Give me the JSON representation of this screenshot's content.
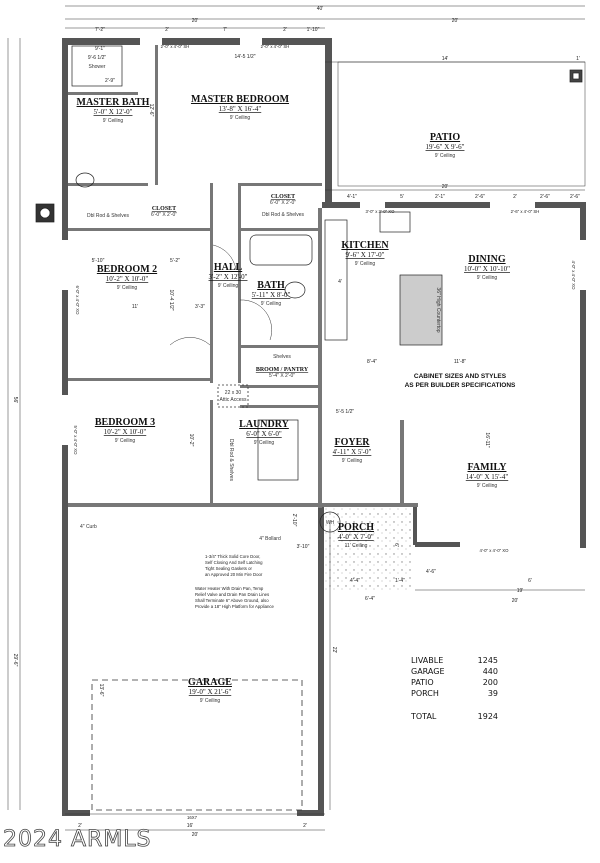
{
  "rooms": [
    {
      "name": "MASTER BEDROOM",
      "size": "13'-8\" X 16'-4\"",
      "ceiling": "9' Ceiling"
    },
    {
      "name": "MASTER BATH",
      "size": "5'-0\" X 12'-0\"",
      "ceiling": "9' Ceiling"
    },
    {
      "name": "BEDROOM 2",
      "size": "10'-2\" X 10'-0\"",
      "ceiling": "9' Ceiling"
    },
    {
      "name": "HALL",
      "size": "3'-2\" X 12'-0\"",
      "ceiling": "9' Ceiling"
    },
    {
      "name": "BATH",
      "size": "5'-11\" X 8'-0\"",
      "ceiling": "9' Ceiling"
    },
    {
      "name": "BEDROOM 3",
      "size": "10'-2\" X 10'-0\"",
      "ceiling": "9' Ceiling"
    },
    {
      "name": "KITCHEN",
      "size": "9'-6\" X 17'-0\"",
      "ceiling": "9' Ceiling"
    },
    {
      "name": "DINING",
      "size": "10'-0\" X 10'-10\"",
      "ceiling": "9' Ceiling"
    },
    {
      "name": "FAMILY",
      "size": "14'-0\" X 15'-4\"",
      "ceiling": "9' Ceiling"
    },
    {
      "name": "LAUNDRY",
      "size": "6'-0\" X 6'-0\"",
      "ceiling": "9' Ceiling"
    },
    {
      "name": "FOYER",
      "size": "4'-11\" X 5'-0\"",
      "ceiling": "9' Ceiling"
    },
    {
      "name": "PORCH",
      "size": "4'-0\" X 7'-0\"",
      "ceiling": "11' Ceiling"
    },
    {
      "name": "GARAGE",
      "size": "19'-0\" X 21'-6\"",
      "ceiling": "9' Ceiling"
    },
    {
      "name": "PATIO",
      "size": "19'-6\" X 9'-6\"",
      "ceiling": "9' Ceiling"
    }
  ],
  "minor_rooms": [
    {
      "name": "CLOSET",
      "size": "6'-0\" X 2'-0\""
    },
    {
      "name": "CLOSET",
      "size": "6'-0\" X 2'-0\""
    },
    {
      "name": "BROOM / PANTRY",
      "size": "5'-4\" X 2'-0\""
    }
  ],
  "fixtures": {
    "shower": "Shower",
    "dbl_rod_1": "Dbl Rod & Shelves",
    "dbl_rod_2": "Dbl Rod & Shelves",
    "dbl_rod_3": "Dbl Rod & Shelves",
    "shelves": "Shelves",
    "attic": "22 x 30",
    "attic_label": "Attic Access",
    "wh": "WH",
    "bollard": "4\" Bollard",
    "curb": "4\" Curb",
    "counter": "36\" High Countertop"
  },
  "dimensions": [
    "40'",
    "20'",
    "20'",
    "7'-2\"",
    "2'",
    "7'",
    "2'",
    "1'-10\"",
    "14'-5 1/2\"",
    "14'",
    "1'",
    "20'",
    "4'-1\"",
    "5'",
    "2'-1\"",
    "2'-6\"",
    "2'",
    "2'-6\"",
    "2'-6\"",
    "9'-1\"",
    "9'-6 1/2\"",
    "2'-9\"",
    "12'-6\"",
    "5'-10\"",
    "5'-2\"",
    "11'",
    "3'-3\"",
    "10'-4 1/2\"",
    "8'-4\"",
    "11'-8\"",
    "4'",
    "5'-5 1/2\"",
    "6'",
    "16'-11\"",
    "4'-6\"",
    "6'",
    "19'",
    "6'-4\"",
    "4'-4\"",
    "1'-4\"",
    "20'",
    "2'-10\"",
    "3'-10\"",
    "22'",
    "2'",
    "16'",
    "2'",
    "20'",
    "56'",
    "29'-6\"",
    "13'-6\"",
    "10'-2\""
  ],
  "windows": [
    "2'-0\" x 4'-0\" SH",
    "2'-0\" x 4'-0\" SH",
    "3'-0\" x 3'-0\" XO",
    "2'-6\" x 4'-0\" SH",
    "6'-0\" x 4'-0\" XO",
    "5'-0\" x 4'-0\" XO",
    "4'-0\" x 4'-0\" XO",
    "4'-0\" x 4'-0\" XO",
    "16X7"
  ],
  "notes": {
    "cabinet_line1": "CABINET SIZES AND STYLES",
    "cabinet_line2": "AS PER BUILDER SPECIFICATIONS",
    "door_note": [
      "1-3/4\" Thick Solid Core Door,",
      "Self Closing And Self Latching",
      "Tight Sealing Gaskets or",
      "an Approved 20 Min Fire Door"
    ],
    "wh_note": [
      "Water Heater With Drain Pan, Temp",
      "Relief Valve and Drain Pan Drain Lines",
      "Shall Terminate 6\" Above Ground, also",
      "Provide a 18\" High Platform for Appliance"
    ]
  },
  "area_table": [
    {
      "label": "LIVABLE",
      "value": "1245"
    },
    {
      "label": "GARAGE",
      "value": "440"
    },
    {
      "label": "PATIO",
      "value": "200"
    },
    {
      "label": "PORCH",
      "value": "39"
    },
    {
      "label": "TOTAL",
      "value": "1924"
    }
  ],
  "watermark": "2024 ARMLS"
}
